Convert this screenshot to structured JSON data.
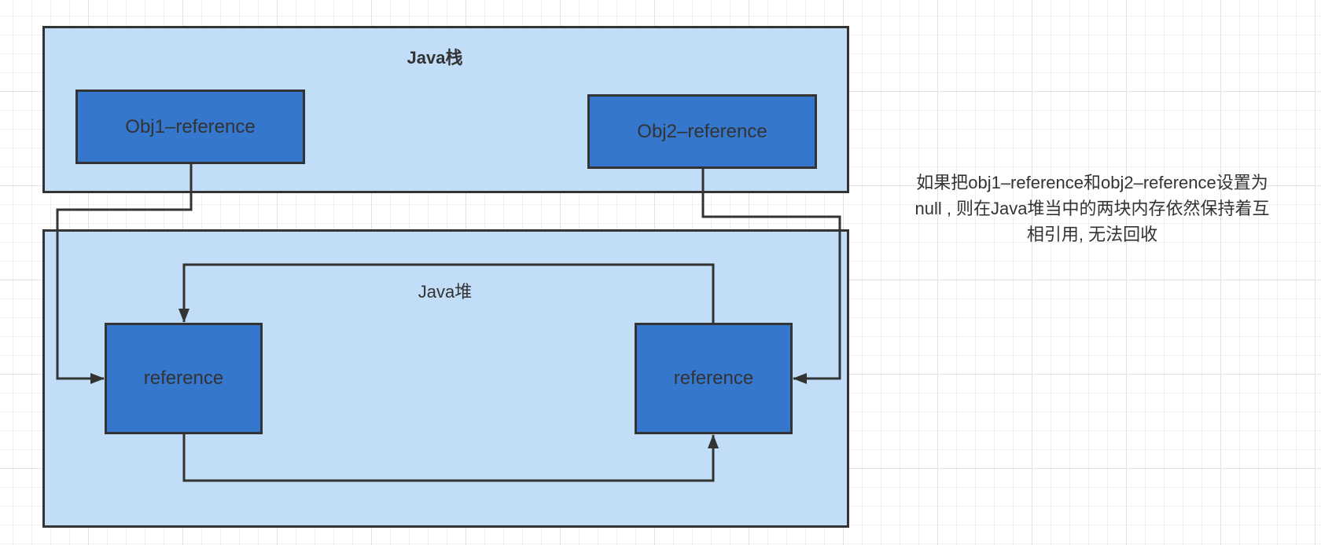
{
  "stack": {
    "title": "Java栈",
    "obj1_label": "Obj1–reference",
    "obj2_label": "Obj2–reference"
  },
  "heap": {
    "title": "Java堆",
    "left_label": "reference",
    "right_label": "reference"
  },
  "note": {
    "lines": [
      "如果把obj1–reference和obj2–reference设置为",
      "null , 则在Java堆当中的两块内存依然保持着互",
      "相引用, 无法回收"
    ]
  },
  "colors": {
    "region_fill": "#c1ddf7",
    "node_fill": "#3477cc",
    "stroke": "#333333",
    "text": "#333333"
  }
}
